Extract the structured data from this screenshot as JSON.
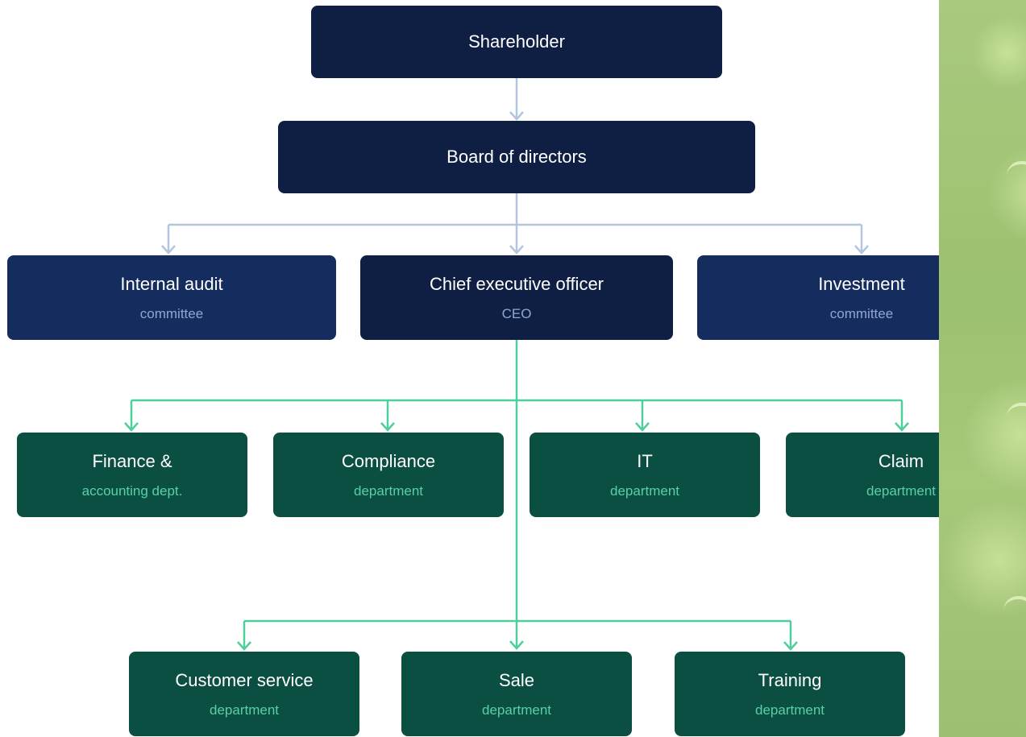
{
  "nodes": {
    "shareholder": {
      "title": "Shareholder"
    },
    "board": {
      "title": "Board of directors"
    },
    "internal_audit": {
      "title": "Internal audit",
      "sub": "committee"
    },
    "ceo": {
      "title": "Chief executive officer",
      "sub": "CEO"
    },
    "investment": {
      "title": "Investment",
      "sub": "committee"
    },
    "finance": {
      "title": "Finance &",
      "sub": "accounting dept."
    },
    "compliance": {
      "title": "Compliance",
      "sub": "department"
    },
    "it": {
      "title": "IT",
      "sub": "department"
    },
    "claim": {
      "title": "Claim",
      "sub": "department"
    },
    "customer_service": {
      "title": "Customer service",
      "sub": "department"
    },
    "sale": {
      "title": "Sale",
      "sub": "department"
    },
    "training": {
      "title": "Training",
      "sub": "department"
    }
  },
  "colors": {
    "box_dark": "#0f1f44",
    "box_navy": "#142d5e",
    "box_green": "#0b4f42",
    "connector_upper": "#b3c6de",
    "connector_lower": "#4fcf9c",
    "sub_text_navy": "#8fa7cf",
    "sub_text_green": "#58d0a6",
    "side_panel": "#a3c675"
  }
}
